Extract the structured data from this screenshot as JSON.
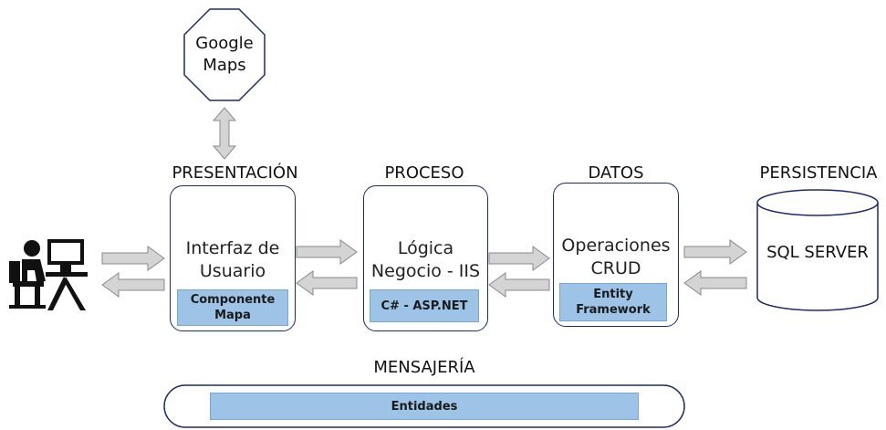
{
  "external": {
    "label": "Google Maps"
  },
  "layers": [
    {
      "heading": "PRESENTACIÓN",
      "body": "Interfaz de Usuario",
      "sub": "Componente Mapa"
    },
    {
      "heading": "PROCESO",
      "body": "Lógica Negocio - IIS",
      "sub": "C# - ASP.NET"
    },
    {
      "heading": "DATOS",
      "body": "Operaciones CRUD",
      "sub": "Entity Framework"
    }
  ],
  "persistence": {
    "heading": "PERSISTENCIA",
    "label": "SQL SERVER"
  },
  "messaging": {
    "heading": "MENSAJERÍA",
    "bar_label": "Entidades"
  },
  "colors": {
    "box_border": "#1f2a6b",
    "sub_fill": "#9dc3e6",
    "arrow_fill": "#d4d4d4",
    "arrow_stroke": "#8a8a8a"
  },
  "icons": {
    "user": "user-at-computer-icon"
  }
}
